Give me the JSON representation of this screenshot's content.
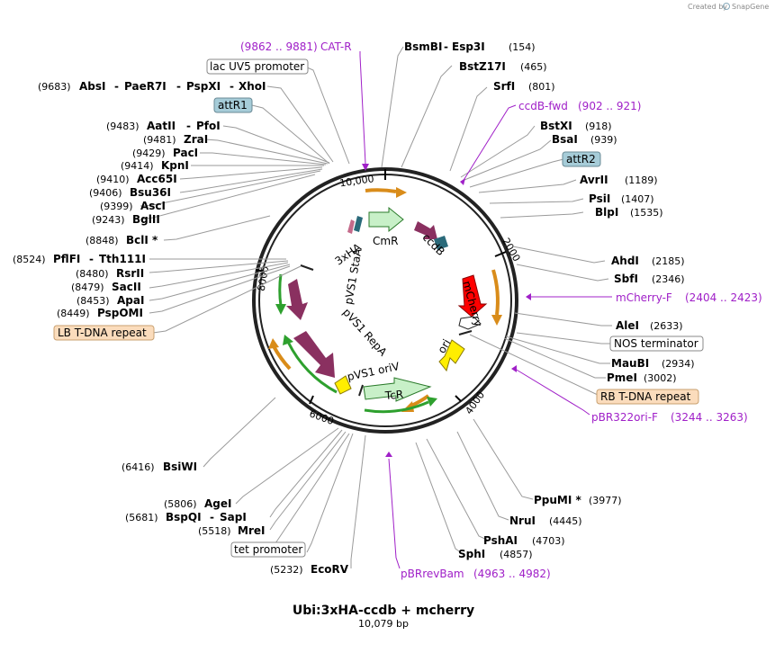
{
  "brand": {
    "created_by": "Created by",
    "app": "SnapGene"
  },
  "plasmid": {
    "name": "Ubi:3xHA-ccdb + mcherry",
    "length_label": "10,079 bp"
  },
  "ticks": [
    "10,000",
    "2000",
    "4000",
    "6000",
    "8000"
  ],
  "sites": [
    {
      "name": "BsmBI",
      "pos": "(154)"
    },
    {
      "name": "Esp3I",
      "pos": ""
    },
    {
      "name": "BstZ17I",
      "pos": "(465)"
    },
    {
      "name": "SrfI",
      "pos": "(801)"
    },
    {
      "name": "BstXI",
      "pos": "(918)"
    },
    {
      "name": "BsaI",
      "pos": "(939)"
    },
    {
      "name": "AvrII",
      "pos": "(1189)"
    },
    {
      "name": "PsiI",
      "pos": "(1407)"
    },
    {
      "name": "BlpI",
      "pos": "(1535)"
    },
    {
      "name": "AhdI",
      "pos": "(2185)"
    },
    {
      "name": "SbfI",
      "pos": "(2346)"
    },
    {
      "name": "AleI",
      "pos": "(2633)"
    },
    {
      "name": "MauBI",
      "pos": "(2934)"
    },
    {
      "name": "PmeI",
      "pos": "(3002)"
    },
    {
      "name": "PpuMI *",
      "pos": "(3977)"
    },
    {
      "name": "NruI",
      "pos": "(4445)"
    },
    {
      "name": "PshAI",
      "pos": "(4703)"
    },
    {
      "name": "SphI",
      "pos": "(4857)"
    },
    {
      "name": "EcoRV",
      "pos": "(5232)"
    },
    {
      "name": "MreI",
      "pos": "(5518)"
    },
    {
      "name": "BspQI",
      "pos": "(5681)"
    },
    {
      "name": "SapI",
      "pos": ""
    },
    {
      "name": "AgeI",
      "pos": "(5806)"
    },
    {
      "name": "BsiWI",
      "pos": "(6416)"
    },
    {
      "name": "PspOMI",
      "pos": "(8449)"
    },
    {
      "name": "ApaI",
      "pos": "(8453)"
    },
    {
      "name": "SacII",
      "pos": "(8479)"
    },
    {
      "name": "RsrII",
      "pos": "(8480)"
    },
    {
      "name": "PflFI",
      "pos": "(8524)"
    },
    {
      "name": "Tth111I",
      "pos": ""
    },
    {
      "name": "BclI *",
      "pos": "(8848)"
    },
    {
      "name": "BglII",
      "pos": "(9243)"
    },
    {
      "name": "AscI",
      "pos": "(9399)"
    },
    {
      "name": "Bsu36I",
      "pos": "(9406)"
    },
    {
      "name": "Acc65I",
      "pos": "(9410)"
    },
    {
      "name": "KpnI",
      "pos": "(9414)"
    },
    {
      "name": "PacI",
      "pos": "(9429)"
    },
    {
      "name": "ZraI",
      "pos": "(9481)"
    },
    {
      "name": "AatII",
      "pos": "(9483)"
    },
    {
      "name": "PfoI",
      "pos": ""
    },
    {
      "name": "AbsI",
      "pos": "(9683)"
    },
    {
      "name": "PaeR7I",
      "pos": ""
    },
    {
      "name": "PspXI",
      "pos": ""
    },
    {
      "name": "XhoI",
      "pos": ""
    }
  ],
  "primers": [
    {
      "name": "CAT-R",
      "range": "(9862 .. 9881)"
    },
    {
      "name": "ccdB-fwd",
      "range": "(902 .. 921)"
    },
    {
      "name": "mCherry-F",
      "range": "(2404 .. 2423)"
    },
    {
      "name": "pBR322ori-F",
      "range": "(3244 .. 3263)"
    },
    {
      "name": "pBRrevBam",
      "range": "(4963 .. 4982)"
    }
  ],
  "boxed_features": [
    {
      "name": "lac UV5 promoter"
    },
    {
      "name": "attR1"
    },
    {
      "name": "attR2"
    },
    {
      "name": "NOS terminator"
    },
    {
      "name": "RB T-DNA repeat"
    },
    {
      "name": "LB T-DNA repeat"
    },
    {
      "name": "tet promoter"
    }
  ],
  "ring_features": [
    "3xHA",
    "CmR",
    "ccdB",
    "mCherry",
    "ori",
    "TcR",
    "pVS1 oriV",
    "pVS1 RepA",
    "pVS1 StaA"
  ],
  "colors": {
    "primer": "#a020c8",
    "attr_box": "#a6ccd8",
    "tdna_box": "#fbdcbc",
    "cmr": "#c8f0c8",
    "ccdb": "#8a3060",
    "mcherry": "#ff0000",
    "ori": "#ffee00",
    "pvs1": "#8a3060",
    "orange_arrow": "#d98c1a",
    "green_arrow": "#2ea02e"
  }
}
